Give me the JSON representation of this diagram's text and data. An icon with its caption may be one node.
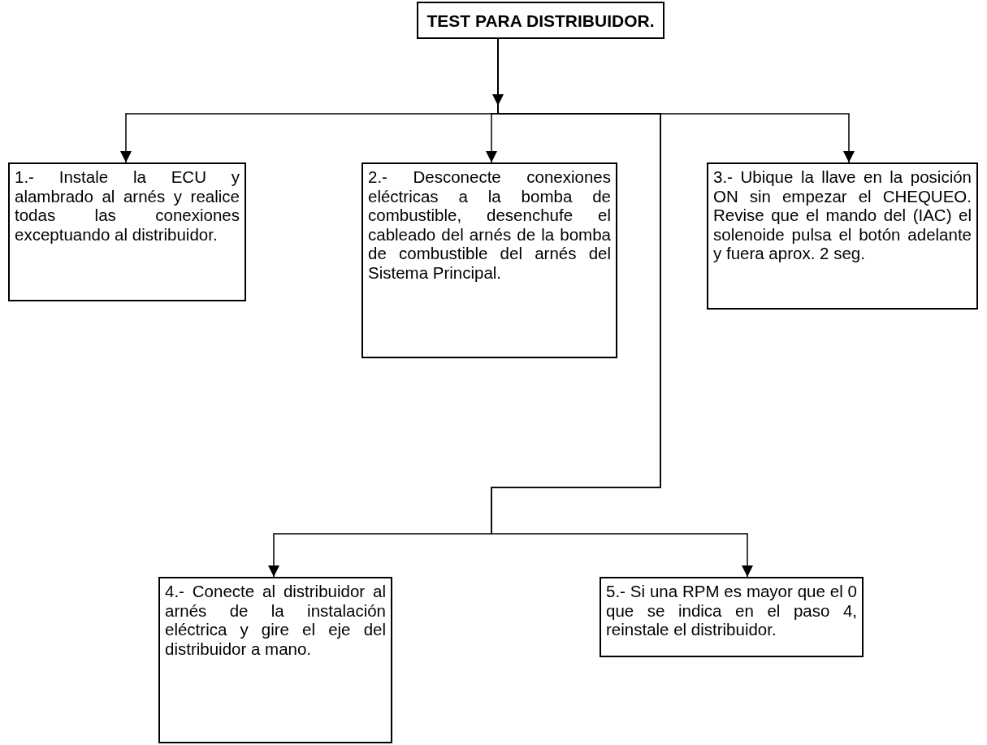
{
  "diagram": {
    "nodes": [
      {
        "text": [
          "TEST PARA DISTRIBUIDOR."
        ]
      },
      {
        "text": [
          "1.- Instale la ECU y alambrado al arnés y realice todas las conexiones exceptuando al distribuidor."
        ]
      },
      {
        "text": [
          "2.- Desconecte conexiones eléctricas a la bomba de combustible, desenchufe el cableado del arnés de la bomba de combustible del arnés del Sistema Principal."
        ]
      },
      {
        "text": [
          "3.- Ubique la llave en la posición ON sin empezar el CHEQUEO. Revise que el mando del (IAC) el solenoide pulsa el botón adelante y fuera aprox. 2 seg."
        ]
      },
      {
        "text": [
          "4.- Conecte al distribuidor al arnés de la instalación eléctrica y gire el eje del distribuidor a mano."
        ]
      },
      {
        "text": [
          "5.- Si una RPM es mayor que el 0 que se indica en el paso 4, reinstale el distribuidor."
        ]
      }
    ],
    "edges": [
      {
        "from": 0,
        "to": 1,
        "arrow": "to"
      },
      {
        "from": 0,
        "to": 2,
        "arrow": "to"
      },
      {
        "from": 0,
        "to": 3,
        "arrow": "to"
      },
      {
        "from": 0,
        "to": 4,
        "arrow": "to"
      },
      {
        "from": 0,
        "to": 5,
        "arrow": "to"
      }
    ]
  }
}
